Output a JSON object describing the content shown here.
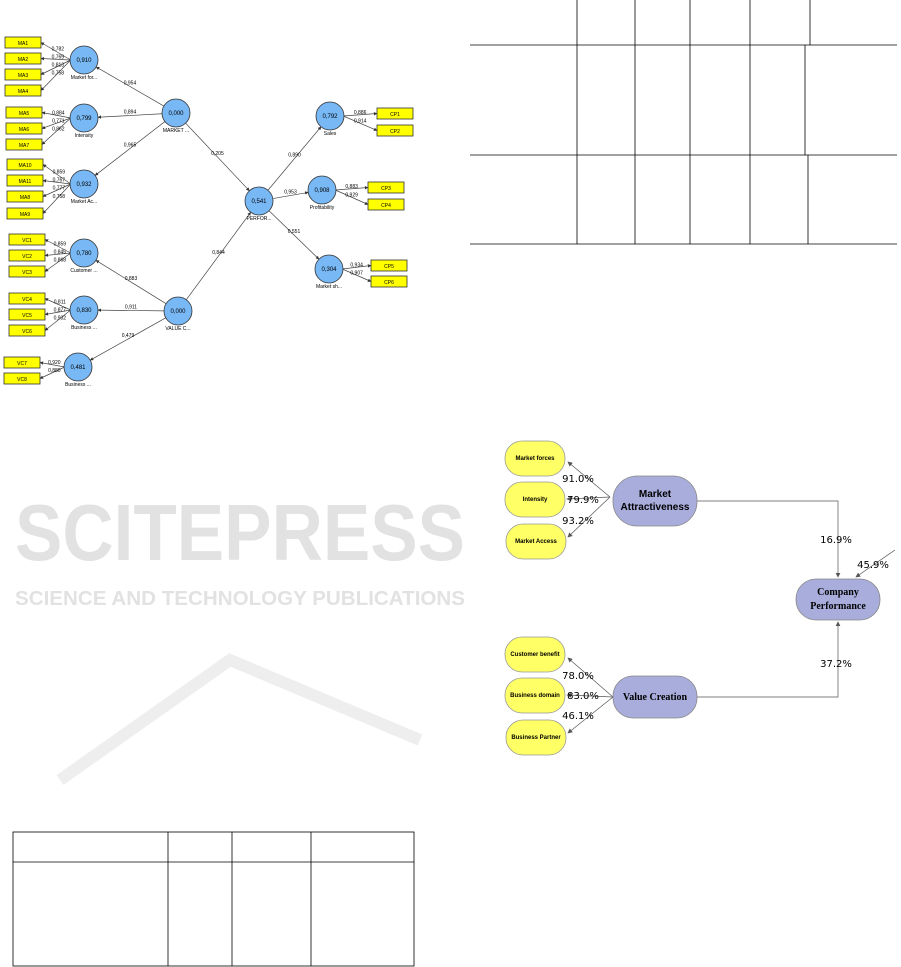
{
  "watermark": {
    "line1": "SCITEPRESS",
    "line2": "SCIENCE AND TECHNOLOGY PUBLICATIONS"
  },
  "pls_model": {
    "latent": [
      {
        "id": "mf",
        "value": "0,910",
        "label": "Market for..."
      },
      {
        "id": "in",
        "value": "0,799",
        "label": "Intensity"
      },
      {
        "id": "ma",
        "value": "0,932",
        "label": "Market Ac..."
      },
      {
        "id": "mk",
        "value": "0,000",
        "label": "MARKET ..."
      },
      {
        "id": "pf",
        "value": "0,541",
        "label": "PERFOR..."
      },
      {
        "id": "sa",
        "value": "0,792",
        "label": "Sales"
      },
      {
        "id": "pr",
        "value": "0,908",
        "label": "Profitability"
      },
      {
        "id": "ms",
        "value": "0,304",
        "label": "Market sh..."
      },
      {
        "id": "cu",
        "value": "0,780",
        "label": "Customer ..."
      },
      {
        "id": "bu",
        "value": "0,830",
        "label": "Business ..."
      },
      {
        "id": "vc",
        "value": "0,000",
        "label": "VALUE C..."
      },
      {
        "id": "bp",
        "value": "0,481",
        "label": "Business ..."
      }
    ],
    "indicators": [
      {
        "label": "MA1",
        "of": "mf",
        "loading": "0,782"
      },
      {
        "label": "MA2",
        "of": "mf",
        "loading": "0,769"
      },
      {
        "label": "MA3",
        "of": "mf",
        "loading": "0,813"
      },
      {
        "label": "MA4",
        "of": "mf",
        "loading": "0,758"
      },
      {
        "label": "MA5",
        "of": "in",
        "loading": "0,884"
      },
      {
        "label": "MA6",
        "of": "in",
        "loading": "0,771"
      },
      {
        "label": "MA7",
        "of": "in",
        "loading": "0,862"
      },
      {
        "label": "MA10",
        "of": "ma",
        "loading": "0,859"
      },
      {
        "label": "MA11",
        "of": "ma",
        "loading": "0,767"
      },
      {
        "label": "MA8",
        "of": "ma",
        "loading": "0,777"
      },
      {
        "label": "MA9",
        "of": "ma",
        "loading": "0,758"
      },
      {
        "label": "VC1",
        "of": "cu",
        "loading": "0,859"
      },
      {
        "label": "VC2",
        "of": "cu",
        "loading": "0,845"
      },
      {
        "label": "VC3",
        "of": "cu",
        "loading": "0,868"
      },
      {
        "label": "VC4",
        "of": "bu",
        "loading": "0,811"
      },
      {
        "label": "VC5",
        "of": "bu",
        "loading": "0,877"
      },
      {
        "label": "VC6",
        "of": "bu",
        "loading": "0,932"
      },
      {
        "label": "VC7",
        "of": "bp",
        "loading": "0,920"
      },
      {
        "label": "VC8",
        "of": "bp",
        "loading": "0,880"
      },
      {
        "label": "CP1",
        "of": "sa",
        "loading": "0,886"
      },
      {
        "label": "CP2",
        "of": "sa",
        "loading": "0,914"
      },
      {
        "label": "CP3",
        "of": "pr",
        "loading": "0,883"
      },
      {
        "label": "CP4",
        "of": "pr",
        "loading": "0,929"
      },
      {
        "label": "CP5",
        "of": "ms",
        "loading": "0,934"
      },
      {
        "label": "CP6",
        "of": "ms",
        "loading": "0,907"
      }
    ],
    "paths": [
      {
        "from": "mk",
        "to": "mf",
        "value": "0,954"
      },
      {
        "from": "mk",
        "to": "in",
        "value": "0,894"
      },
      {
        "from": "mk",
        "to": "ma",
        "value": "0,965"
      },
      {
        "from": "mk",
        "to": "pf",
        "value": "0,205"
      },
      {
        "from": "vc",
        "to": "cu",
        "value": "0,883"
      },
      {
        "from": "vc",
        "to": "bu",
        "value": "0,911"
      },
      {
        "from": "vc",
        "to": "bp",
        "value": "0,479"
      },
      {
        "from": "vc",
        "to": "pf",
        "value": "0,844"
      },
      {
        "from": "pf",
        "to": "sa",
        "value": "0,890"
      },
      {
        "from": "pf",
        "to": "pr",
        "value": "0,953"
      },
      {
        "from": "pf",
        "to": "ms",
        "value": "0,551"
      }
    ]
  },
  "structural_model": {
    "dimensions": [
      "Market forces",
      "Intensity",
      "Market Access",
      "Customer benefit",
      "Business domain",
      "Business Partner"
    ],
    "constructs": {
      "ma": "Market",
      "ma2": "Attractiveness",
      "vc": "Value Creation",
      "cp1": "Company",
      "cp2": "Performance"
    },
    "percents": {
      "mf": "91.0%",
      "in": "79.9%",
      "mac": "93.2%",
      "cb": "78.0%",
      "bd": "83.0%",
      "bpt": "46.1%",
      "ma_cp": "16.9%",
      "vc_cp": "37.2%",
      "err": "45.9%"
    }
  }
}
